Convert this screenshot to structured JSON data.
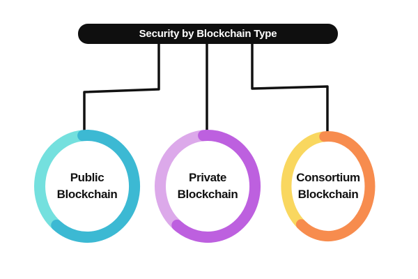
{
  "diagram": {
    "title": "Security by Blockchain Type",
    "title_bg_color": "#0f0f0f",
    "title_text_color": "#ffffff",
    "connector_color": "#111111",
    "label_text_color": "#111111",
    "nodes": [
      {
        "id": "public",
        "label_line1": "Public",
        "label_line2": "Blockchain",
        "ring_light": "#74E0DE",
        "ring_dark": "#3CB9D3"
      },
      {
        "id": "private",
        "label_line1": "Private",
        "label_line2": "Blockchain",
        "ring_light": "#DCA9EA",
        "ring_dark": "#BD60DF"
      },
      {
        "id": "consortium",
        "label_line1": "Consortium",
        "label_line2": "Blockchain",
        "ring_light": "#F9D75F",
        "ring_dark": "#F78C4E"
      }
    ]
  }
}
